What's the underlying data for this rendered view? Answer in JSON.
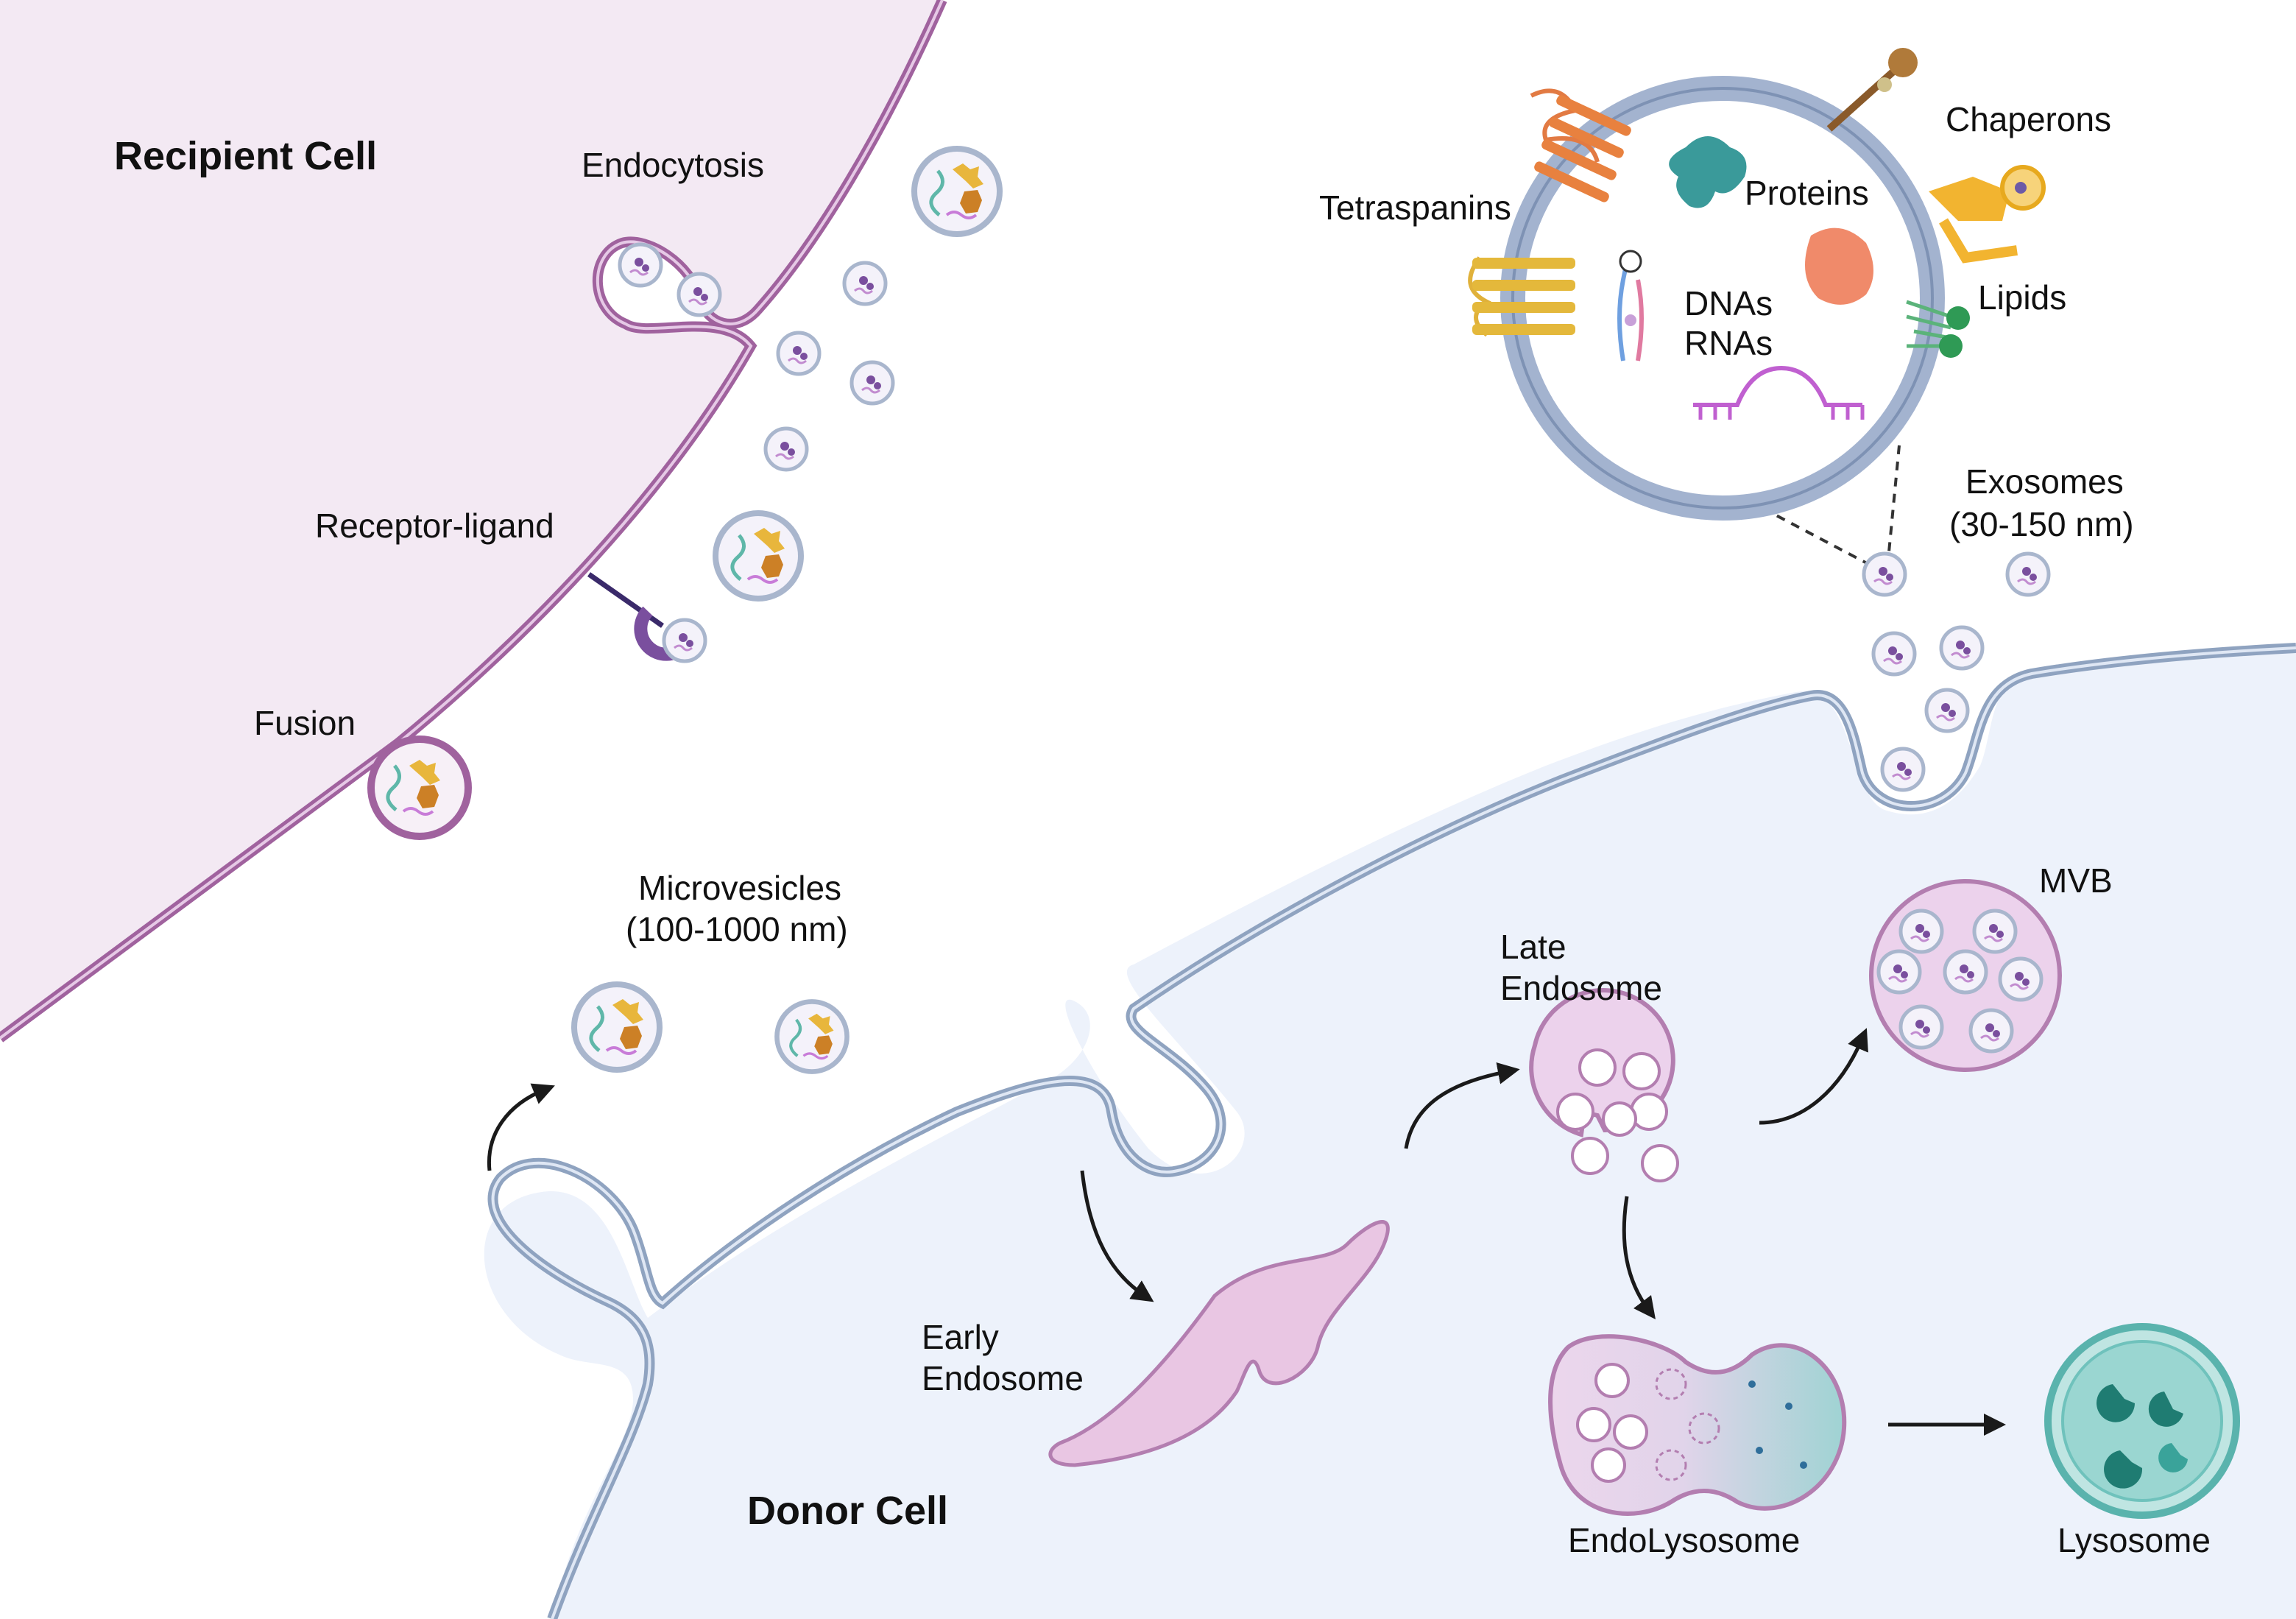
{
  "diagram": {
    "cells": {
      "recipient": "Recipient Cell",
      "donor": "Donor Cell"
    },
    "uptake": {
      "endocytosis": "Endocytosis",
      "receptor_ligand": "Receptor-ligand",
      "fusion": "Fusion"
    },
    "vesicles": {
      "microvesicles_line1": "Microvesicles",
      "microvesicles_line2": "(100-1000 nm)",
      "exosomes_line1": "Exosomes",
      "exosomes_line2": "(30-150 nm)"
    },
    "exosome_contents": {
      "tetraspanins": "Tetraspanins",
      "proteins": "Proteins",
      "chaperons": "Chaperons",
      "lipids": "Lipids",
      "dnas": "DNAs",
      "rnas": "RNAs"
    },
    "pathway": {
      "early_endosome_line1": "Early",
      "early_endosome_line2": "Endosome",
      "late_endosome_line1": "Late",
      "late_endosome_line2": "Endosome",
      "mvb": "MVB",
      "endolysosome": "EndoLysosome",
      "lysosome": "Lysosome"
    }
  },
  "colors": {
    "recipient_fill": "#f3e9f3",
    "recipient_membrane": "#a0629e",
    "donor_fill": "#edf2fb",
    "donor_membrane": "#8fa3c0",
    "endosome_fill": "#e9c6e3",
    "lysosome_fill": "#7fcfc8"
  }
}
